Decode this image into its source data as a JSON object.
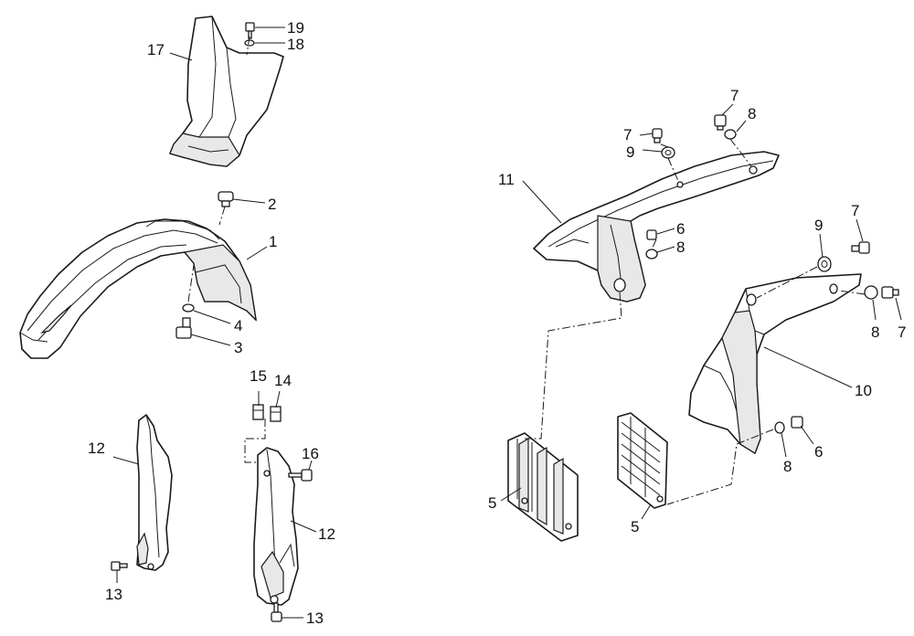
{
  "callouts": {
    "c1": "1",
    "c2": "2",
    "c3": "3",
    "c4": "4",
    "c5a": "5",
    "c5b": "5",
    "c6a": "6",
    "c6b": "6",
    "c7a": "7",
    "c7b": "7",
    "c7c": "7",
    "c7d": "7",
    "c8a": "8",
    "c8b": "8",
    "c8c": "8",
    "c8d": "8",
    "c9a": "9",
    "c9b": "9",
    "c10": "10",
    "c11": "11",
    "c12a": "12",
    "c12b": "12",
    "c13a": "13",
    "c13b": "13",
    "c14": "14",
    "c15": "15",
    "c16": "16",
    "c17": "17",
    "c18": "18",
    "c19": "19"
  },
  "colors": {
    "line": "#1a1a1a",
    "fill": "#ffffff",
    "shade": "#e8e8e8"
  }
}
